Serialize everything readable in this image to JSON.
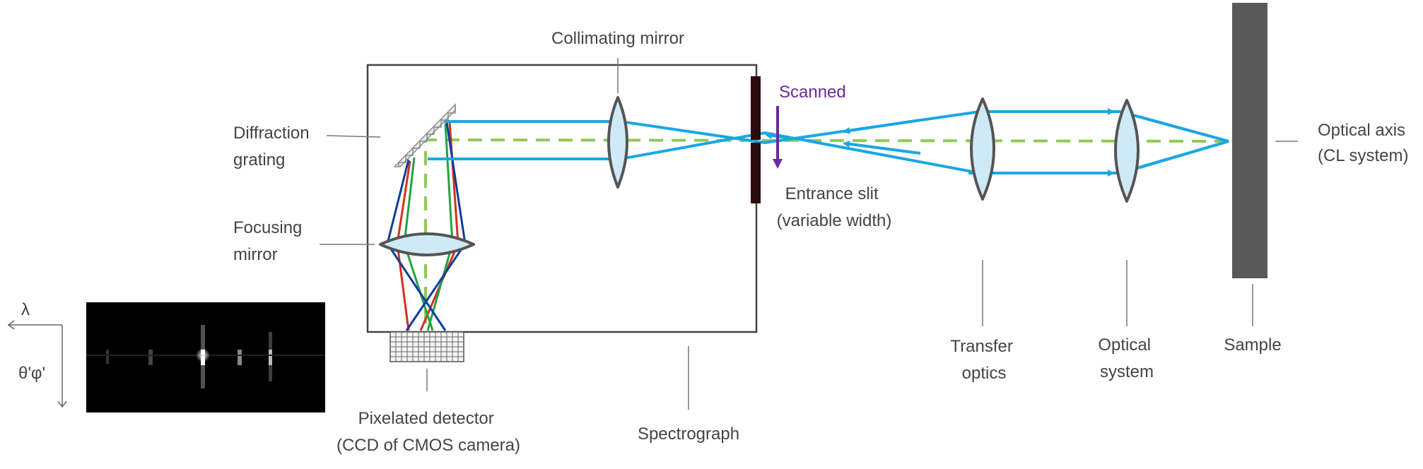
{
  "labels": {
    "collimating_mirror": "Collimating mirror",
    "scanned": "Scanned",
    "diffraction_grating": [
      "Diffraction",
      "grating"
    ],
    "focusing_mirror": [
      "Focusing",
      "mirror"
    ],
    "entrance_slit": [
      "Entrance slit",
      "(variable width)"
    ],
    "optical_axis": [
      "Optical axis",
      "(CL system)"
    ],
    "transfer_optics": [
      "Transfer",
      "optics"
    ],
    "optical_system": [
      "Optical",
      "system"
    ],
    "sample": "Sample",
    "pixelated_detector": [
      "Pixelated detector",
      "(CCD of CMOS camera)"
    ],
    "spectrograph": "Spectrograph",
    "lambda_axis": "λ",
    "angle_axis": "θ'φ'"
  },
  "colors": {
    "beam": "#1aa7e3",
    "optical_axis": "#92c955",
    "lens_fill": "#cfeaf7",
    "lens_edge": "#555555",
    "sample": "#595959",
    "slit": "#2b0b0b",
    "scan_arrow": "#6b2a9a",
    "red_ray": "#d2311f",
    "green_ray": "#21a340",
    "blue_ray": "#0f3c9b",
    "camera_image": "#000000"
  },
  "icons": {
    "grating": "diffraction-grating-icon",
    "detector": "pixel-grid-icon",
    "lens": "lens-icon"
  }
}
